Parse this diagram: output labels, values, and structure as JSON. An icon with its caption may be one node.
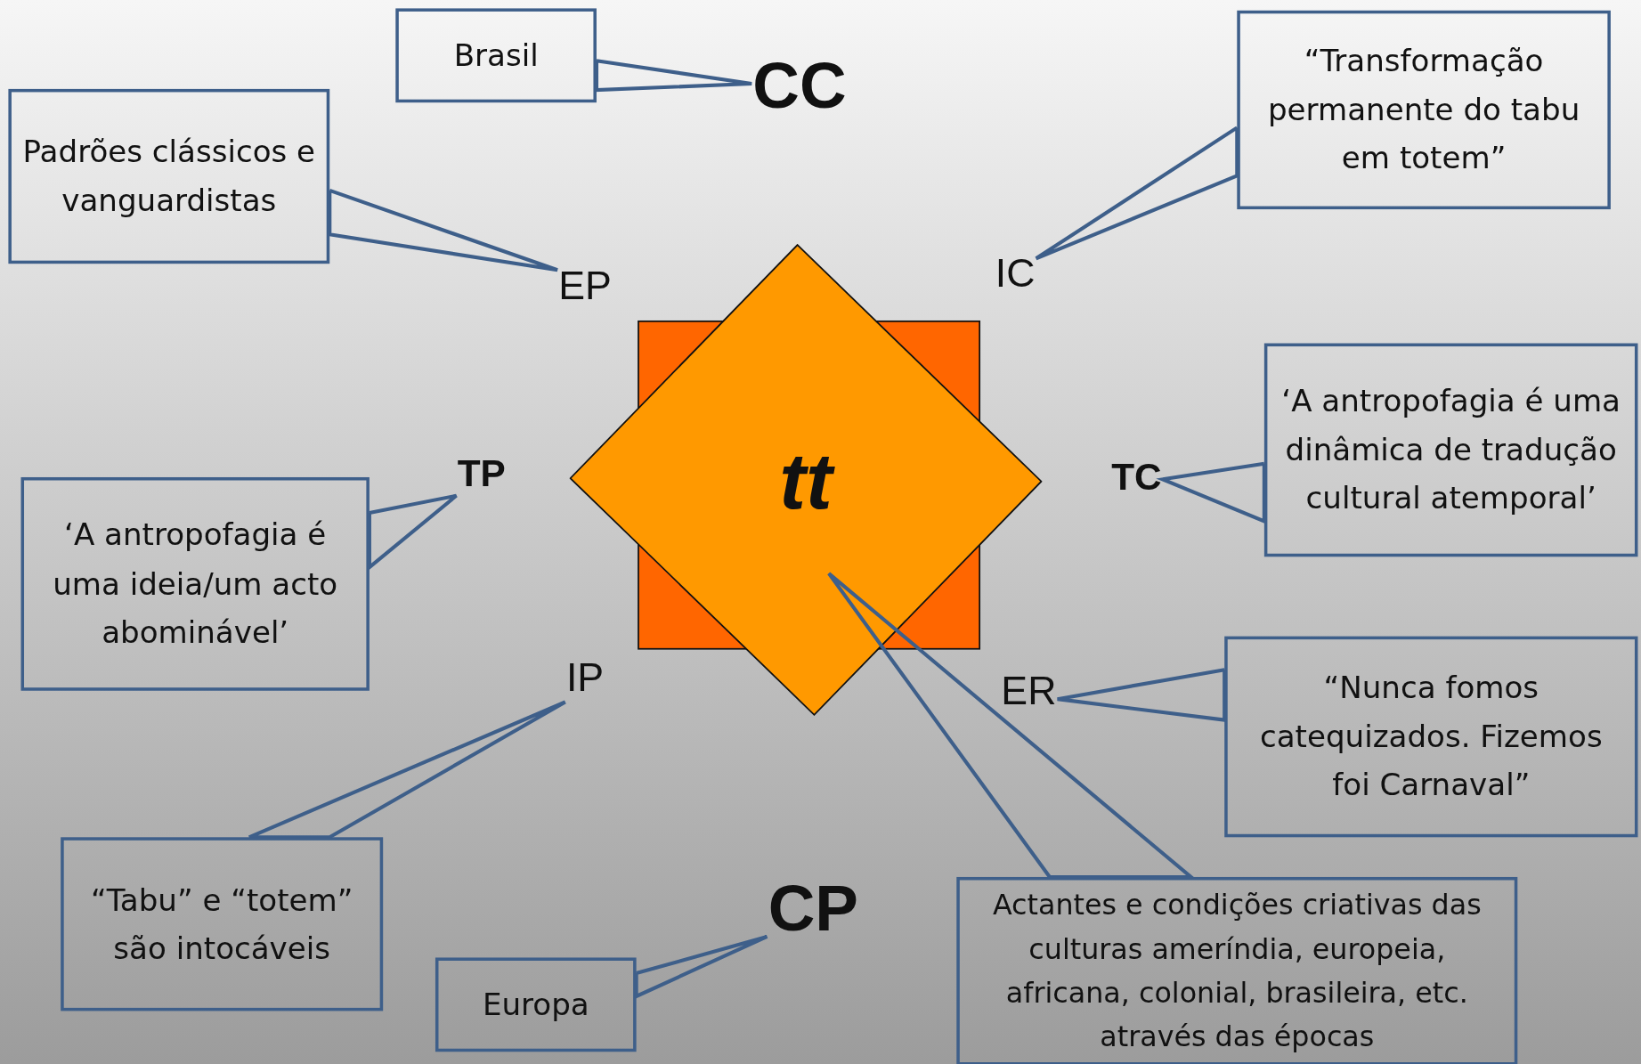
{
  "diagram": {
    "nodes": [
      {
        "text": [
          "Brasil"
        ]
      },
      {
        "text": [
          "CC"
        ]
      },
      {
        "text": [
          "Padrões clássicos e vanguardistas"
        ]
      },
      {
        "text": [
          "EP"
        ]
      },
      {
        "text": [
          "“Transformação permanente do tabu em totem”"
        ]
      },
      {
        "text": [
          "IC"
        ]
      },
      {
        "text": [
          "tt"
        ]
      },
      {
        "text": [
          "TP"
        ]
      },
      {
        "text": [
          "‘A antropofagia é uma ideia/um acto abominável’"
        ]
      },
      {
        "text": [
          "TC"
        ]
      },
      {
        "text": [
          "‘A antropofagia é uma dinâmica de tradução cultural atemporal’"
        ]
      },
      {
        "text": [
          "IP"
        ]
      },
      {
        "text": [
          "ER"
        ]
      },
      {
        "text": [
          "“Nunca fomos catequizados. Fizemos foi Carnaval”"
        ]
      },
      {
        "text": [
          "“Tabu” e “totem” são intocáveis"
        ]
      },
      {
        "text": [
          "CP"
        ]
      },
      {
        "text": [
          "Europa"
        ]
      },
      {
        "text": [
          "Actantes e condições criativas das culturas ameríndia, europeia, africana, colonial, brasileira, etc. através das épocas"
        ]
      }
    ],
    "edges": [
      {
        "from": 0,
        "to": 1,
        "arrow": "none"
      },
      {
        "from": 2,
        "to": 3,
        "arrow": "none"
      },
      {
        "from": 4,
        "to": 5,
        "arrow": "none"
      },
      {
        "from": 8,
        "to": 7,
        "arrow": "none"
      },
      {
        "from": 10,
        "to": 9,
        "arrow": "none"
      },
      {
        "from": 14,
        "to": 11,
        "arrow": "none"
      },
      {
        "from": 13,
        "to": 12,
        "arrow": "none"
      },
      {
        "from": 16,
        "to": 15,
        "arrow": "none"
      },
      {
        "from": 17,
        "to": 6,
        "arrow": "none"
      }
    ]
  }
}
